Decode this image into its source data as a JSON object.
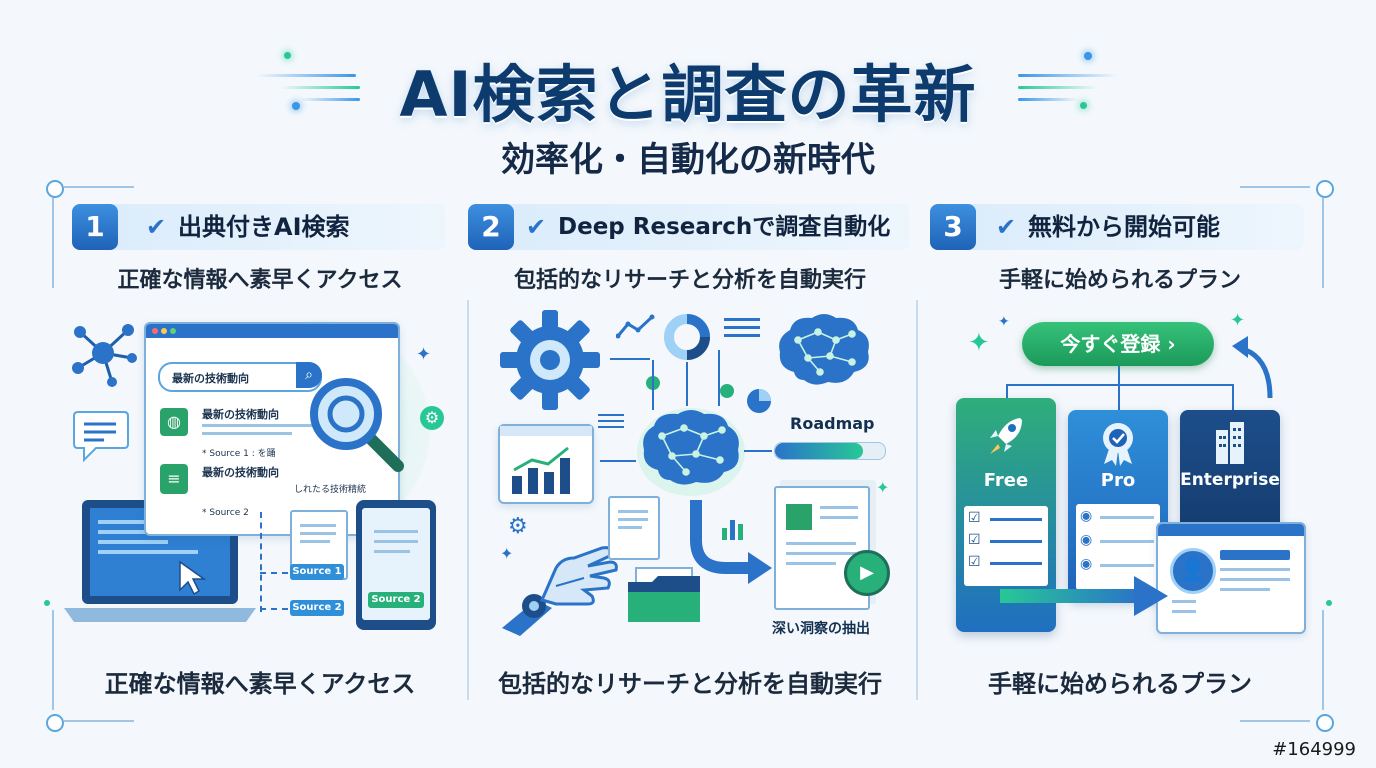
{
  "header": {
    "title": "AI検索と調査の革新",
    "subtitle": "効率化・自動化の新時代"
  },
  "columns": [
    {
      "number": "1",
      "title": "出典付きAI検索",
      "subtitle": "正確な情報へ素早くアクセス",
      "footer": "正確な情報へ素早くアクセス",
      "illustration": {
        "search_text": "最新の技術動向",
        "result1_title": "最新の技術動向",
        "result1_source": "* Source 1 : を踊",
        "result2_title": "最新の技術動向",
        "result2_extra": "しれたる技術精統",
        "result2_source": "* Source 2",
        "doc_tag_1": "Source 1",
        "doc_tag_2": "Source 2",
        "tablet_tag": "Source 2"
      }
    },
    {
      "number": "2",
      "title": "Deep Researchで調査自動化",
      "subtitle": "包括的なリサーチと分析を自動実行",
      "footer": "包括的なリサーチと分析を自動実行",
      "illustration": {
        "roadmap_label": "Roadmap",
        "insight_label": "深い洞察の抽出"
      }
    },
    {
      "number": "3",
      "title": "無料から開始可能",
      "subtitle": "手軽に始められるプラン",
      "footer": "手軽に始められるプラン",
      "illustration": {
        "cta_label": "今すぐ登録 ›",
        "plans": [
          "Free",
          "Pro",
          "Enterprise"
        ]
      }
    }
  ],
  "image_id_label": "#164999",
  "icons": [
    "check-icon",
    "network-icon",
    "chat-bubble-icon",
    "magnifier-icon",
    "globe-icon",
    "document-icon",
    "laptop-icon",
    "tablet-icon",
    "gear-icon",
    "brain-icon",
    "robot-hand-icon",
    "folder-icon",
    "bar-chart-icon",
    "pie-chart-icon",
    "play-icon",
    "rocket-icon",
    "award-icon",
    "building-icon",
    "user-profile-icon",
    "sparkle-icon"
  ],
  "colors": {
    "title": "#0d3b6e",
    "accent_blue": "#2a73c9",
    "accent_green": "#1c9a5a",
    "background": "#f4f8fc"
  }
}
